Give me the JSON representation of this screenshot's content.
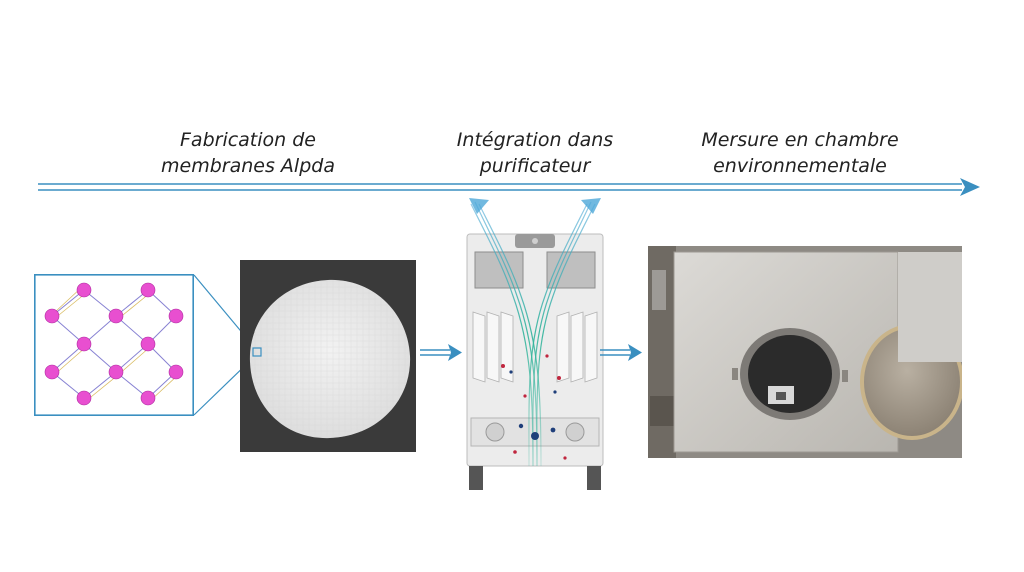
{
  "steps": [
    {
      "line1": "Fabrication de",
      "line2": "membranes Alpda"
    },
    {
      "line1": "Intégration dans",
      "line2": "purificateur"
    },
    {
      "line1": "Mersure en chambre",
      "line2": "environnementale"
    }
  ],
  "colors": {
    "accent": "#3a8fc0",
    "mof_node": "#e84fd0",
    "airflow": "#2fb39a"
  },
  "icons": [
    "timeline-arrow-icon",
    "process-arrow-icon",
    "process-arrow-icon"
  ]
}
